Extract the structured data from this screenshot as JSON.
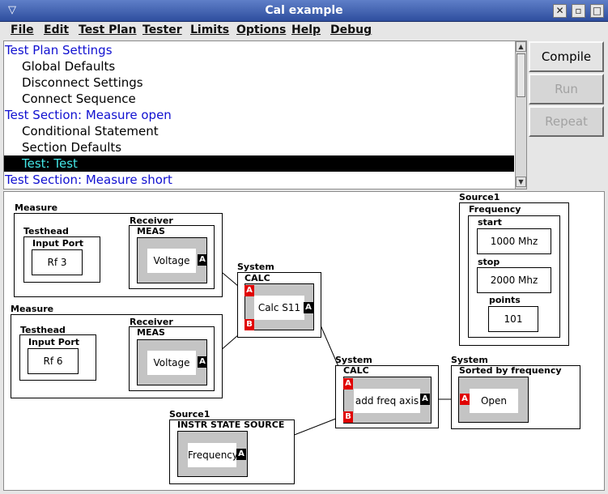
{
  "window": {
    "title": "Cal example",
    "menu_icon": "chevron-down-icon",
    "controls": {
      "close": "✕",
      "minimize": "▫",
      "maximize": "□"
    }
  },
  "menubar": [
    "File",
    "Edit",
    "Test Plan",
    "Tester",
    "Limits",
    "Options",
    "Help",
    "Debug"
  ],
  "tree": {
    "rows": [
      {
        "label": "Test Plan Settings",
        "level": 0,
        "selected": false
      },
      {
        "label": "Global Defaults",
        "level": 1,
        "selected": false
      },
      {
        "label": "Disconnect Settings",
        "level": 1,
        "selected": false
      },
      {
        "label": "Connect Sequence",
        "level": 1,
        "selected": false
      },
      {
        "label": "Test Section: Measure open",
        "level": 0,
        "selected": false
      },
      {
        "label": "Conditional Statement",
        "level": 1,
        "selected": false
      },
      {
        "label": "Section Defaults",
        "level": 1,
        "selected": false
      },
      {
        "label": "Test: Test",
        "level": 1,
        "selected": true
      },
      {
        "label": "Test Section: Measure short",
        "level": 0,
        "selected": false
      }
    ]
  },
  "buttons": {
    "compile": "Compile",
    "run": "Run",
    "repeat": "Repeat"
  },
  "diagram": {
    "measure1": {
      "title": "Measure",
      "testhead": "Testhead",
      "input_port": "Input Port",
      "input_value": "Rf 3",
      "receiver": "Receiver",
      "meas": "MEAS",
      "block": "Voltage",
      "port": "A"
    },
    "measure2": {
      "title": "Measure",
      "testhead": "Testhead",
      "input_port": "Input Port",
      "input_value": "Rf 6",
      "receiver": "Receiver",
      "meas": "MEAS",
      "block": "Voltage",
      "port": "A"
    },
    "system_calc": {
      "title": "System",
      "calc": "CALC",
      "block": "Calc S11",
      "port_a": "A",
      "port_b": "B",
      "port_out": "A"
    },
    "source_freq": {
      "title": "Source1",
      "frequency": "Frequency",
      "start_label": "start",
      "start_value": "1000 Mhz",
      "stop_label": "stop",
      "stop_value": "2000 Mhz",
      "points_label": "points",
      "points_value": "101"
    },
    "system_addfreq": {
      "title": "System",
      "calc": "CALC",
      "block": "add freq axis",
      "port_a": "A",
      "port_b": "B",
      "port_out": "A"
    },
    "system_sorted": {
      "title": "System",
      "subtitle": "Sorted by frequency",
      "block": "Open",
      "port_in": "A"
    },
    "source_instr": {
      "title": "Source1",
      "subtitle": "INSTR STATE SOURCE",
      "block": "Frequency",
      "port": "A"
    }
  }
}
